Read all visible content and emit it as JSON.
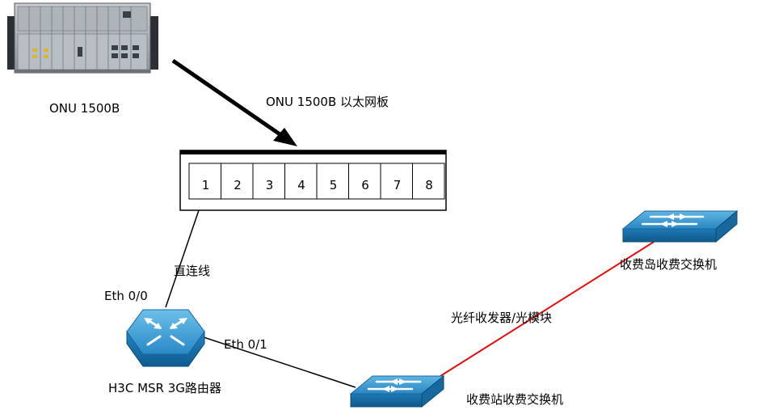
{
  "labels": {
    "onu_device": "ONU 1500B",
    "ethernet_board": "ONU 1500B  以太网板",
    "direct_cable": "直连线",
    "router_eth0": "Eth 0/0",
    "router_eth1": "Eth 0/1",
    "router_name": "H3C MSR 3G路由器",
    "fiber_link": "光纤收发器/光模块",
    "island_switch": "收费岛收费交换机",
    "station_switch": "收费站收费交换机"
  },
  "board": {
    "ports": [
      "1",
      "2",
      "3",
      "4",
      "5",
      "6",
      "7",
      "8"
    ]
  },
  "colors": {
    "fiber_line": "#e01010",
    "copper_line": "#000000",
    "device_blue": "#2f8fc8"
  },
  "icons": {
    "onu": "onu-chassis-icon",
    "router": "router-icon",
    "switch": "switch-icon"
  }
}
